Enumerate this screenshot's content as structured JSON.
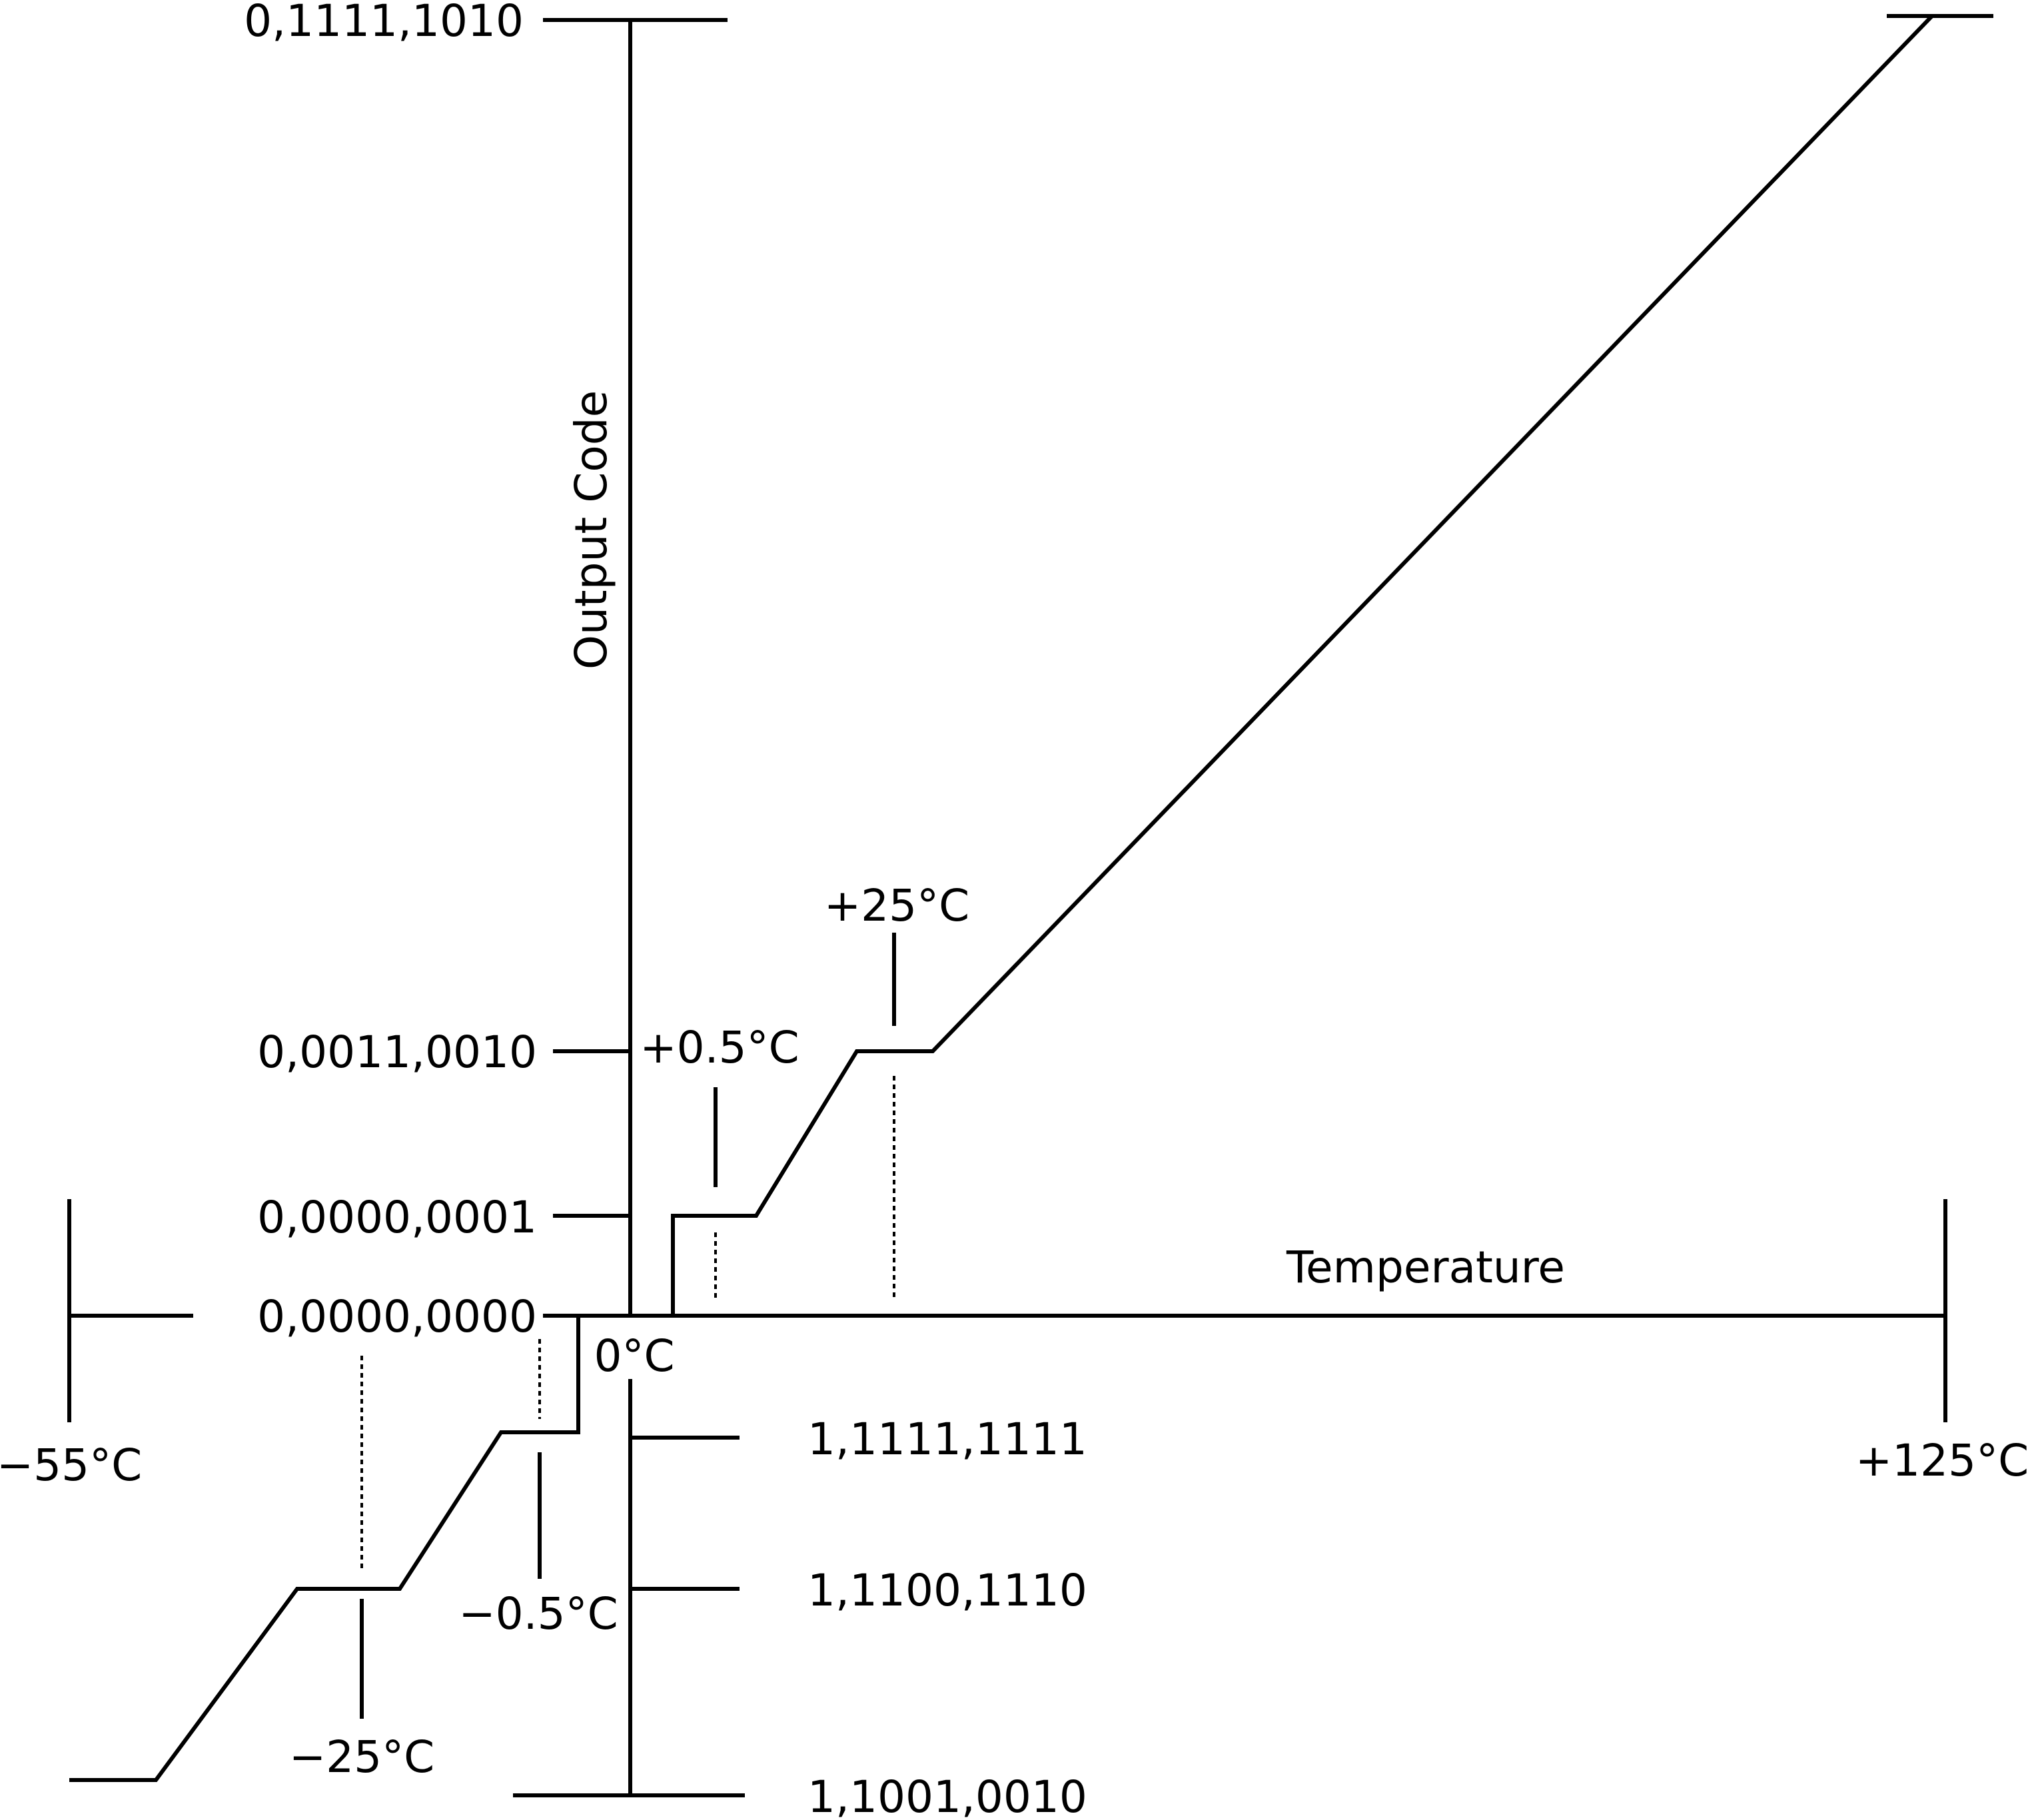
{
  "axes": {
    "y_label": "Output Code",
    "x_label": "Temperature",
    "origin_label": "0°C",
    "x_min_label": "−55°C",
    "x_max_label": "+125°C"
  },
  "codes": {
    "max": "0,1111,1010",
    "plus_25": "0,0011,0010",
    "plus_half": "0,0000,0001",
    "zero": "0,0000,0000",
    "minus_half": "1,1111,1111",
    "minus_25": "1,1100,1110",
    "min": "1,1001,0010"
  },
  "temperatures": {
    "plus_25": "+25°C",
    "plus_half": "+0.5°C",
    "minus_half": "−0.5°C",
    "minus_25": "−25°C"
  },
  "colors": {
    "stroke": "#000000",
    "background": "#ffffff"
  }
}
